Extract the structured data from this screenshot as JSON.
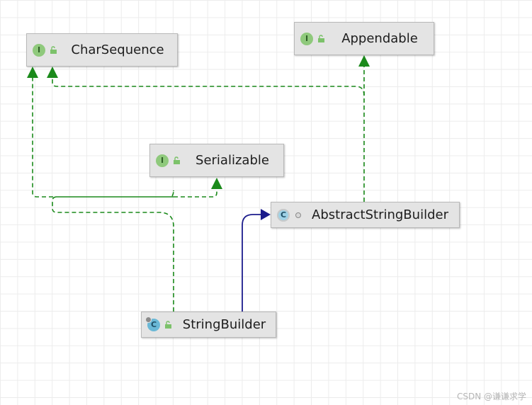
{
  "diagram": {
    "nodes": [
      {
        "id": "CharSequence",
        "kind": "interface",
        "label": "CharSequence",
        "icon": "interface-icon",
        "access": "public-lock-icon"
      },
      {
        "id": "Appendable",
        "kind": "interface",
        "label": "Appendable",
        "icon": "interface-icon",
        "access": "public-lock-icon"
      },
      {
        "id": "Serializable",
        "kind": "interface",
        "label": "Serializable",
        "icon": "interface-icon",
        "access": "public-lock-icon"
      },
      {
        "id": "AbstractStringBuilder",
        "kind": "abstract-class",
        "label": "AbstractStringBuilder",
        "icon": "abstract-class-icon",
        "access": "package-private-dot-icon"
      },
      {
        "id": "StringBuilder",
        "kind": "class",
        "label": "StringBuilder",
        "icon": "final-class-icon",
        "access": "public-lock-icon"
      }
    ],
    "edges": [
      {
        "from": "StringBuilder",
        "to": "AbstractStringBuilder",
        "type": "extends",
        "style": "solid",
        "color": "#1c1c8c"
      },
      {
        "from": "StringBuilder",
        "to": "CharSequence",
        "type": "implements",
        "style": "dashed",
        "color": "#1b8a1b"
      },
      {
        "from": "StringBuilder",
        "to": "Serializable",
        "type": "implements",
        "style": "dashed",
        "color": "#1b8a1b"
      },
      {
        "from": "AbstractStringBuilder",
        "to": "Appendable",
        "type": "implements",
        "style": "dashed",
        "color": "#1b8a1b"
      },
      {
        "from": "AbstractStringBuilder",
        "to": "CharSequence",
        "type": "implements",
        "style": "dashed",
        "color": "#1b8a1b"
      }
    ]
  },
  "icons": {
    "interface": "I",
    "class": "C"
  },
  "colors": {
    "implements": "#1b8a1b",
    "extends": "#1c1c8c",
    "node_bg": "#e4e4e4"
  },
  "watermark": "CSDN @谦谦求学"
}
